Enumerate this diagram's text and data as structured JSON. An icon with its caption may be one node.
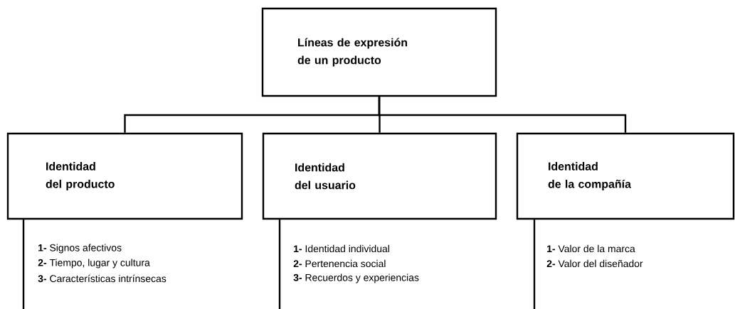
{
  "diagram": {
    "nodes": [
      {
        "text": [
          "Líneas de expresión de un producto"
        ]
      },
      {
        "text": [
          "Identidad del producto"
        ],
        "beside": [
          "**1-** Signos afectivos",
          "**2-** Tiempo, lugar y cultura",
          "**3-** Características intrínsecas"
        ]
      },
      {
        "text": [
          "Identidad del usuario"
        ],
        "beside": [
          "**1-** Identidad individual",
          "**2-** Pertenencia social",
          "**3-** Recuerdos y experiencias"
        ]
      },
      {
        "text": [
          "Identidad de la compañía"
        ],
        "beside": [
          "**1-** Valor de la marca",
          "**2-** Valor del diseñador"
        ]
      }
    ],
    "edges": [
      {
        "from": 0,
        "to": 1,
        "arrow": "none"
      },
      {
        "from": 0,
        "to": 2,
        "arrow": "none"
      },
      {
        "from": 0,
        "to": 3,
        "arrow": "none"
      }
    ]
  }
}
